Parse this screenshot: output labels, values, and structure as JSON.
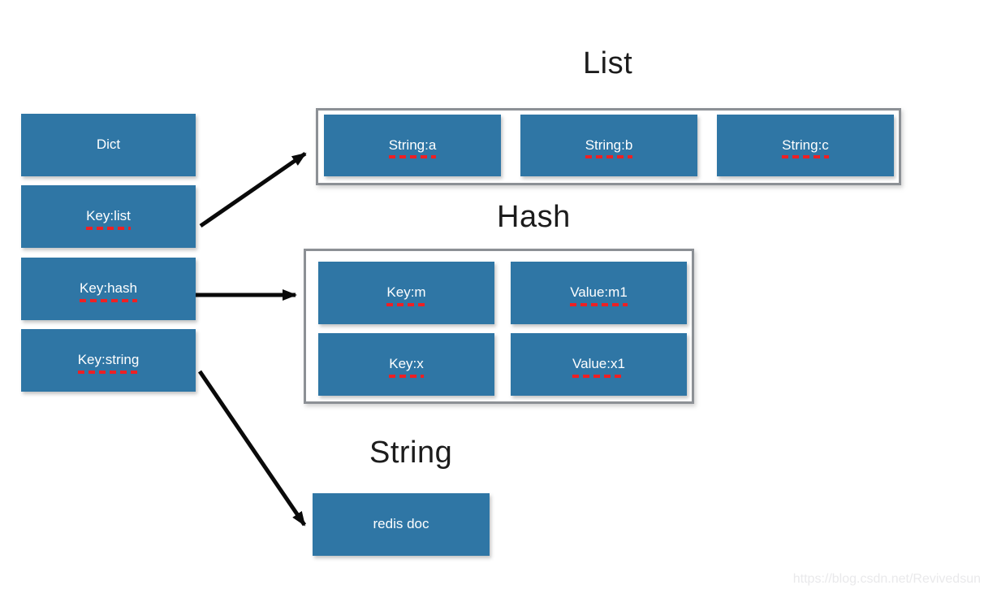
{
  "colors": {
    "box_blue": "#2f76a5",
    "container_border": "#8c9095",
    "underline_red": "#ee2024",
    "arrow_black": "#0a0a0a",
    "title_text": "#1c1c1c",
    "box_text": "#ffffff",
    "watermark_gray": "#e9e9eb"
  },
  "dict_column": {
    "boxes": [
      {
        "label": "Dict"
      },
      {
        "label": "Key:list"
      },
      {
        "label": "Key:hash"
      },
      {
        "label": "Key:string"
      }
    ]
  },
  "list_section": {
    "title": "List",
    "boxes": [
      {
        "label": "String:a"
      },
      {
        "label": "String:b"
      },
      {
        "label": "String:c"
      }
    ]
  },
  "hash_section": {
    "title": "Hash",
    "boxes": [
      {
        "label": "Key:m"
      },
      {
        "label": "Value:m1"
      },
      {
        "label": "Key:x"
      },
      {
        "label": "Value:x1"
      }
    ]
  },
  "string_section": {
    "title": "String",
    "boxes": [
      {
        "label": "redis doc"
      }
    ]
  },
  "watermark": "https://blog.csdn.net/Revivedsun"
}
